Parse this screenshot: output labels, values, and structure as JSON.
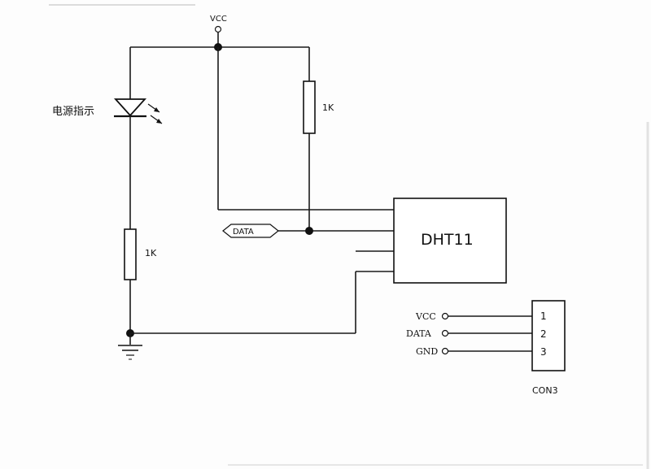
{
  "labels": {
    "vcc_top": "VCC",
    "led_label": "电源指示",
    "r1_value": "1K",
    "r2_value": "1K",
    "data_tag": "DATA",
    "chip": "DHT11",
    "con_vcc": "VCC",
    "con_data": "DATA",
    "con_gnd": "GND",
    "pin1": "1",
    "pin2": "2",
    "pin3": "3",
    "connector": "CON3"
  }
}
